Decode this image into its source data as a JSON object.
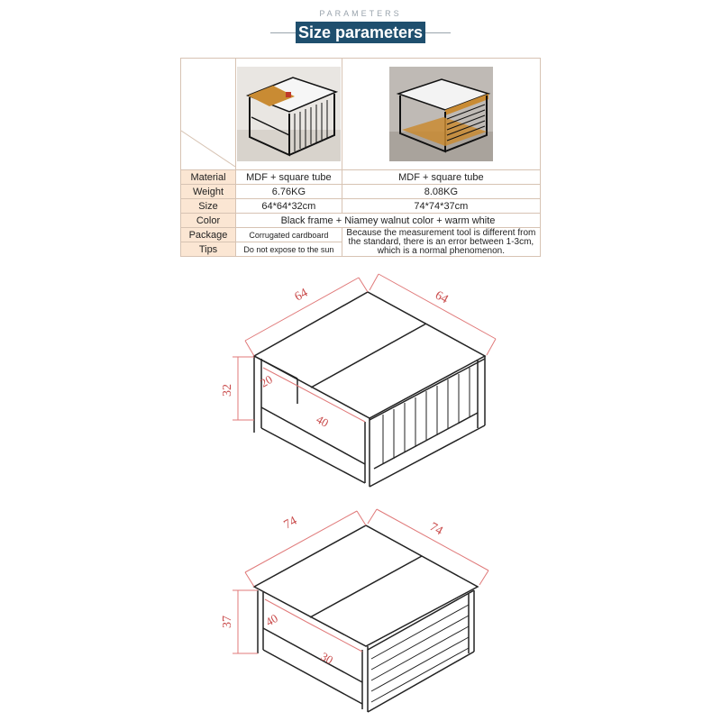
{
  "header": {
    "subtitle": "PARAMETERS",
    "title": "Size parameters"
  },
  "table": {
    "rows": {
      "material": {
        "label": "Material",
        "v1": "MDF + square tube",
        "v2": "MDF + square tube"
      },
      "weight": {
        "label": "Weight",
        "v1": "6.76KG",
        "v2": "8.08KG"
      },
      "size": {
        "label": "Size",
        "v1": "64*64*32cm",
        "v2": "74*74*37cm"
      },
      "color": {
        "label": "Color",
        "value": "Black frame + Niamey walnut color + warm white"
      },
      "package": {
        "label": "Package",
        "value": "Corrugated cardboard"
      },
      "tips": {
        "label": "Tips",
        "value": "Do not expose to the sun"
      },
      "note": {
        "line1": "Because the measurement tool is different from",
        "line2": "the standard, there is an error between 1-3cm,",
        "line3": "which is a normal phenomenon."
      }
    }
  },
  "diagram1": {
    "width": "64",
    "depth": "64",
    "height": "32",
    "shelf_a": "20",
    "shelf_b": "40"
  },
  "diagram2": {
    "width": "74",
    "depth": "74",
    "height": "37",
    "shelf_a": "40",
    "shelf_b": "30"
  },
  "colors": {
    "header_bg": "#1f4f6e",
    "label_bg": "#fbe6d3",
    "dimension_line": "#e07a7a",
    "frame": "#222222"
  }
}
